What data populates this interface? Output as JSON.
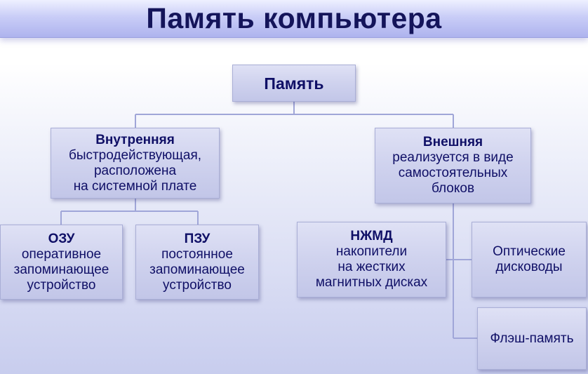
{
  "title": "Память компьютера",
  "nodes": {
    "memory": {
      "head": "Память"
    },
    "internal": {
      "head": "Внутренняя",
      "lines": [
        "быстродействующая,",
        "расположена",
        "на системной плате"
      ]
    },
    "external": {
      "head": "Внешняя",
      "lines": [
        "реализуется в виде",
        "самостоятельных",
        "блоков"
      ]
    },
    "ozu": {
      "head": "ОЗУ",
      "lines": [
        "оперативное",
        "запоминающее",
        "устройство"
      ]
    },
    "pzu": {
      "head": "ПЗУ",
      "lines": [
        "постоянное",
        "запоминающее",
        "устройство"
      ]
    },
    "nzhmd": {
      "head": "НЖМД",
      "lines": [
        "накопители",
        "на жестких",
        "магнитных дисках"
      ]
    },
    "optical": {
      "lines": [
        "Оптические",
        "дисководы"
      ]
    },
    "flash": {
      "lines": [
        "Флэш-память"
      ]
    }
  },
  "colors": {
    "text": "#0f0f66",
    "title": "#14145a",
    "connector": "#a0a6d8"
  }
}
